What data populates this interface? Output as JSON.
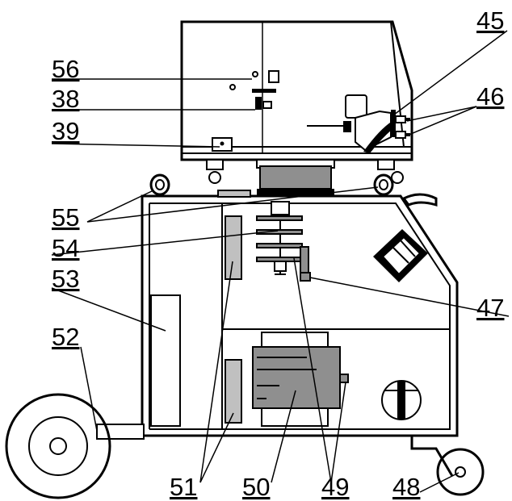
{
  "labels": {
    "l56": "56",
    "l38": "38",
    "l39": "39",
    "l45": "45",
    "l46": "46",
    "l55": "55",
    "l54": "54",
    "l53": "53",
    "l52": "52",
    "l47": "47",
    "l51": "51",
    "l50": "50",
    "l49": "49",
    "l48": "48"
  },
  "colors": {
    "line": "#000000",
    "fill_light": "#c0c0c0",
    "fill_dark": "#8f8f8f",
    "background": "#ffffff"
  }
}
